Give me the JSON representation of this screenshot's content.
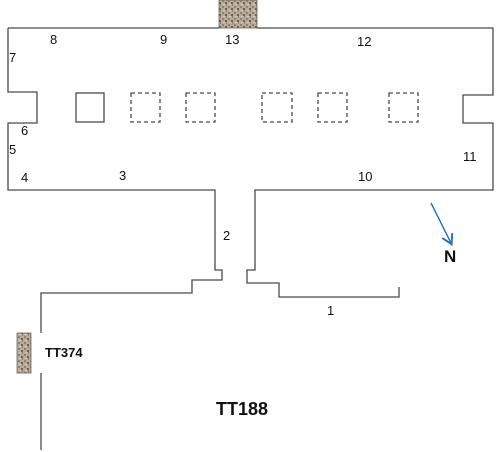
{
  "plan": {
    "title": "TT188",
    "neighbor_tomb": "TT374",
    "north_label": "N",
    "arrow_color": "#2e6fb0",
    "rubble_colors": [
      "#b8ab9c",
      "#8f8273",
      "#6e6255",
      "#d7cdbf"
    ],
    "labels": {
      "n1": "1",
      "n2": "2",
      "n3": "3",
      "n4": "4",
      "n5": "5",
      "n6": "6",
      "n7": "7",
      "n8": "8",
      "n9": "9",
      "n10": "10",
      "n11": "11",
      "n12": "12",
      "n13": "13"
    },
    "pillars": {
      "solid": 1,
      "dashed": 5
    }
  }
}
